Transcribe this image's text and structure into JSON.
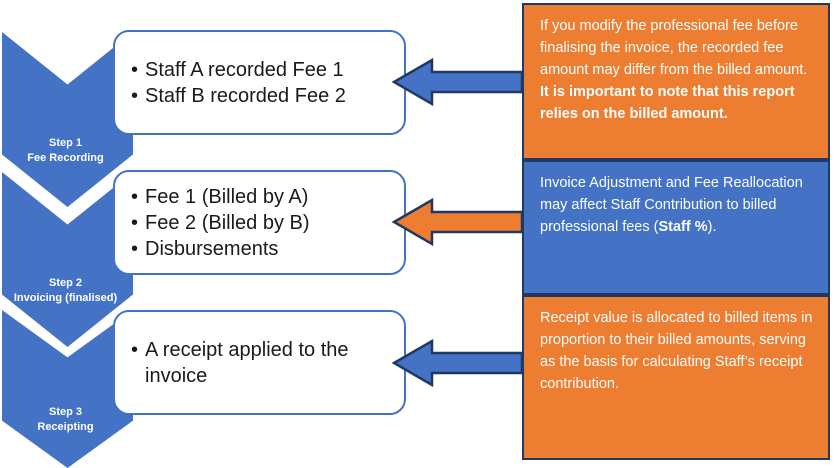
{
  "diagram": {
    "title": "Fee Recording to Receipting process flow",
    "colors": {
      "chevron_blue": "#4472c4",
      "box_border_blue": "#4472c4",
      "callout_orange": "#ed7d31",
      "callout_blue": "#4472c4",
      "callout_border_navy": "#1f3864",
      "arrow_blue": "#4472c4",
      "arrow_orange": "#ed7d31",
      "arrow_outline": "#1f3864",
      "text_dark": "#1a1a1a",
      "text_white": "#ffffff"
    },
    "steps": [
      {
        "step_label": "Step 1",
        "step_name": "Fee Recording",
        "bullets": [
          "Staff A recorded Fee 1",
          "Staff B recorded Fee 2"
        ],
        "arrow": {
          "direction": "left",
          "color": "blue",
          "name": "arrow-left-blue-1"
        }
      },
      {
        "step_label": "Step 2",
        "step_name": "Invoicing (finalised)",
        "bullets": [
          "Fee 1 (Billed by A)",
          "Fee 2 (Billed by B)",
          "Disbursements"
        ],
        "arrow": {
          "direction": "left",
          "color": "orange",
          "name": "arrow-left-orange-2"
        }
      },
      {
        "step_label": "Step 3",
        "step_name": "Receipting",
        "bullets": [
          "A receipt applied to the invoice"
        ],
        "arrow": {
          "direction": "left",
          "color": "blue",
          "name": "arrow-left-blue-3"
        }
      }
    ],
    "callouts": [
      {
        "style": "orange",
        "normal_text": "If you modify the professional fee before finalising the invoice, the recorded fee amount may differ from the billed amount. ",
        "bold_text": "It is important to note that this report relies on the billed amount.",
        "tail_text": ""
      },
      {
        "style": "blue",
        "normal_text": "Invoice Adjustment and Fee Reallocation may affect Staff Contribution to billed professional fees (",
        "bold_text": "Staff %",
        "tail_text": ")."
      },
      {
        "style": "orange",
        "normal_text": "Receipt value is allocated to billed items in proportion to their billed amounts, serving as the basis for calculating Staff’s receipt contribution.",
        "bold_text": "",
        "tail_text": ""
      }
    ],
    "bullet_glyph": "•"
  }
}
